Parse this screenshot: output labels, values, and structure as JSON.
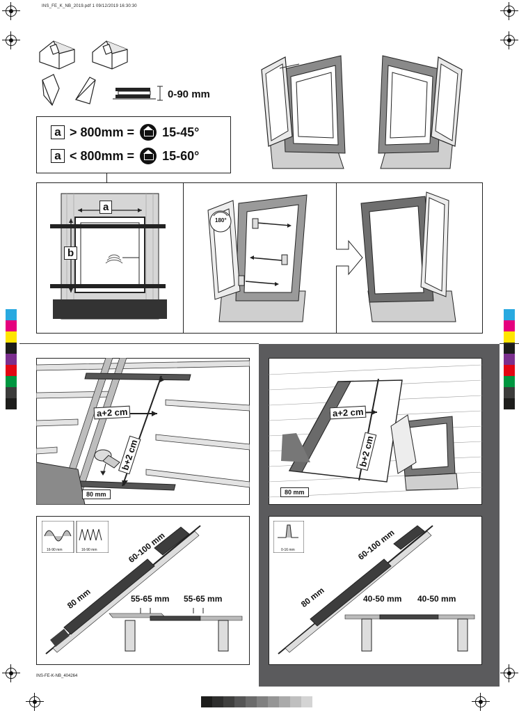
{
  "header": {
    "file_meta": "INS_FE_K_NB_2019.pdf   1   09/12/2019   16:30:30"
  },
  "footer": {
    "doc_code": "INS-FE-K-NB_404264"
  },
  "top_section": {
    "thickness_range": "0-90 mm",
    "rules": [
      {
        "var": "a",
        "condition": "> 800mm =",
        "angle": "15-45°"
      },
      {
        "var": "a",
        "condition": "< 800mm =",
        "angle": "15-60°"
      }
    ]
  },
  "dimension_panel": {
    "width_label": "a",
    "height_label": "b"
  },
  "rotation_panel": {
    "rotation": "180°"
  },
  "cutout_left": {
    "width_label": "a+2 cm",
    "height_label": "b+2 cm",
    "bottom_gap": "80 mm"
  },
  "cutout_right": {
    "width_label": "a+2 cm",
    "height_label": "b+2 cm",
    "bottom_gap": "80 mm"
  },
  "section_left": {
    "profile_1_range": "16-90 mm",
    "profile_2_range": "16-90 mm",
    "top_gap": "60-100 mm",
    "bottom_gap": "80 mm",
    "left_span": "55-65 mm",
    "right_span": "55-65 mm"
  },
  "section_right": {
    "profile_range": "0-16 mm",
    "top_gap": "60-100 mm",
    "bottom_gap": "80 mm",
    "left_span": "40-50 mm",
    "right_span": "40-50 mm"
  },
  "colors": {
    "left_bar": [
      "#29a9e0",
      "#e5007e",
      "#ffe500",
      "#1d1d1b",
      "#7b2f8e",
      "#e30613",
      "#009640",
      "#3c3c3b",
      "#1d1d1b"
    ],
    "right_bar": [
      "#29a9e0",
      "#e5007e",
      "#ffe500",
      "#1d1d1b",
      "#7b2f8e",
      "#e30613",
      "#009640",
      "#3c3c3b",
      "#1d1d1b"
    ],
    "gray_strip": [
      "#1d1d1b",
      "#2e2e2d",
      "#3f3f3e",
      "#555555",
      "#6b6b6b",
      "#808080",
      "#959595",
      "#aaaaaa",
      "#bfbfbf",
      "#d4d4d4"
    ]
  }
}
